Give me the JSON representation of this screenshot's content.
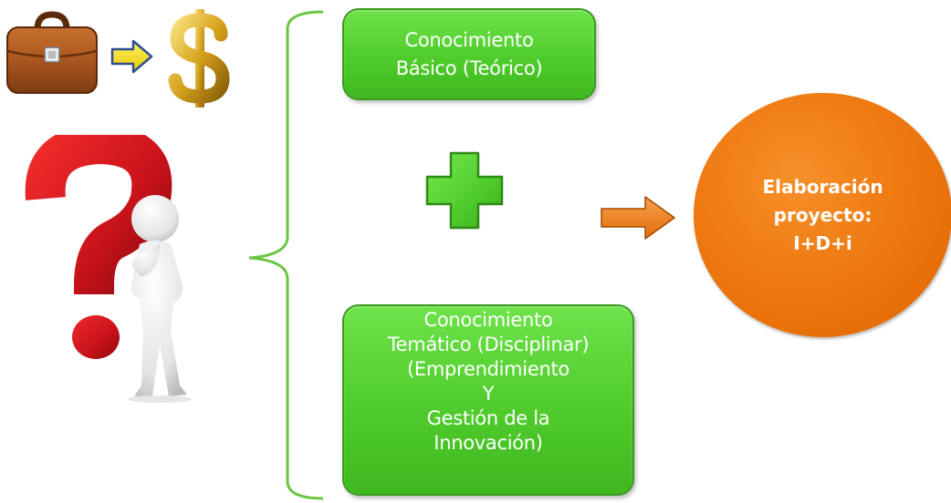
{
  "diagram": {
    "box_top": {
      "lines": [
        "Conocimiento",
        "Básico (Teórico)"
      ]
    },
    "box_bottom": {
      "lines": [
        "Conocimiento",
        "Temático (Disciplinar)",
        "(Emprendimiento",
        "Y",
        "Gestión de la",
        "Innovación)"
      ]
    },
    "result_circle": {
      "lines": [
        "Elaboración",
        "proyecto:",
        "I+D+i"
      ]
    },
    "icons": {
      "briefcase": "briefcase-icon",
      "small_arrow": "arrow-right-icon",
      "dollar": "dollar-sign-icon",
      "question_figure": "question-mark-person-icon",
      "plus": "plus-icon",
      "big_arrow": "arrow-right-icon",
      "brace": "curly-brace"
    },
    "colors": {
      "green": "#4fcc2c",
      "green_border": "#3a9a1e",
      "orange": "#ef7a12",
      "brace": "#6cc644",
      "question_red": "#d0151b",
      "dollar_gold": "#d7a21c",
      "briefcase_brown": "#a0521f"
    }
  }
}
